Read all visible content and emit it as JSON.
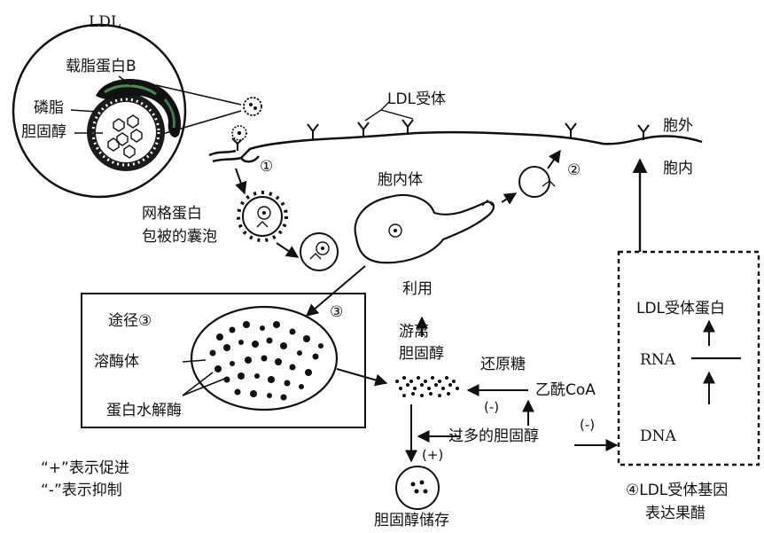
{
  "labels": {
    "ldl": "LDL",
    "apob": "载脂蛋白B",
    "phospholipid": "磷脂",
    "cholesterol": "胆固醇",
    "ldl_receptor": "LDL受体",
    "outside": "胞外",
    "inside": "胞内",
    "step1": "①",
    "step2": "②",
    "step3": "③",
    "endosome": "胞内体",
    "clathrin_line1": "网格蛋白",
    "clathrin_line2": "包被的囊泡",
    "use": "利用",
    "pathway3": "途径③",
    "lysosome": "溶酶体",
    "protease": "蛋白水解酶",
    "free_line1": "游离",
    "free_line2": "胆固醇",
    "reducing_sugar": "还原糖",
    "acetyl_coa": "乙酰CoA",
    "minus_a": "(-)",
    "minus_b": "(-)",
    "excess_cholesterol": "过多的胆固醇",
    "plus": "(+)",
    "storage": "胆固醇储存",
    "legend_plus": "“+”表示促进",
    "legend_minus": "“-”表示抑制",
    "receptor_protein": "LDL受体蛋白",
    "rna": "RNA",
    "dna": "DNA",
    "result_line1": "④LDL受体基因",
    "result_line2": "表达果醋"
  }
}
